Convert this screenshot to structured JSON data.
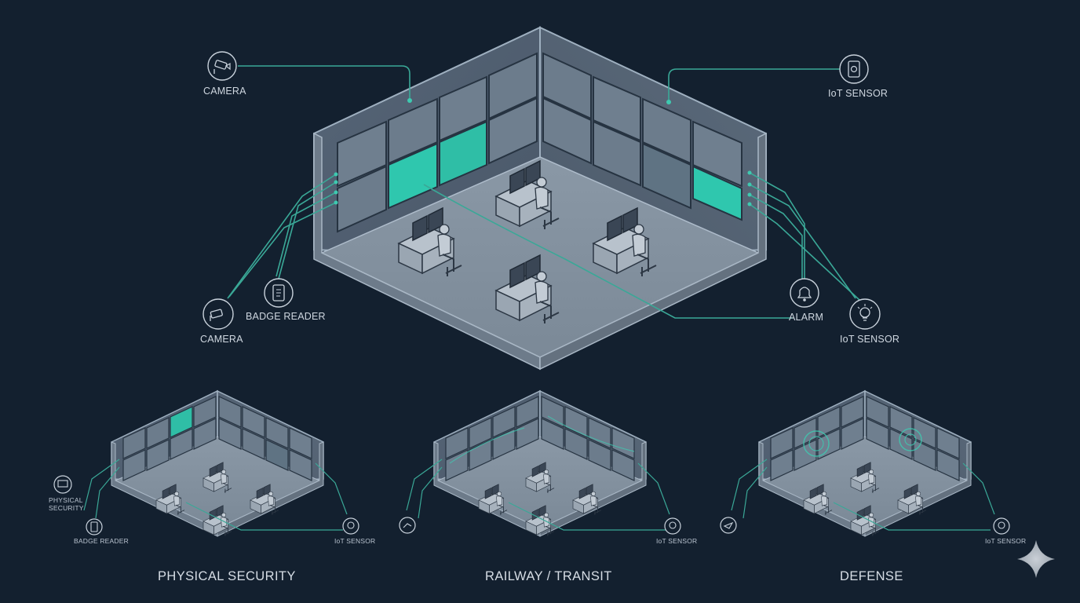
{
  "main_diagram": {
    "labels": {
      "camera_top": "CAMERA",
      "iot_sensor_top": "IoT SENSOR",
      "camera_bottom": "CAMERA",
      "badge_reader": "BADGE READER",
      "alarm": "ALARM",
      "iot_sensor_bottom": "IoT SENSOR"
    },
    "icons": [
      "camera-icon",
      "iot-sensor-icon",
      "camera-icon",
      "badge-reader-icon",
      "alarm-bell-icon",
      "lightbulb-sensor-icon"
    ]
  },
  "sectors": [
    {
      "title": "PHYSICAL SECURITY",
      "labels": {
        "left_top": "PHYSICAL\nSECURITY",
        "left_bottom": "BADGE READER",
        "right": "IoT SENSOR"
      },
      "icons": [
        "monitor-icon",
        "badge-reader-icon",
        "lightbulb-sensor-icon"
      ]
    },
    {
      "title": "RAILWAY / TRANSIT",
      "labels": {
        "right": "IoT SENSOR"
      },
      "icons": [
        "route-icon",
        "lightbulb-sensor-icon"
      ]
    },
    {
      "title": "DEFENSE",
      "labels": {
        "right": "IoT SENSOR"
      },
      "icons": [
        "plane-icon",
        "lightbulb-sensor-icon"
      ]
    }
  ],
  "colors": {
    "background": "#13202f",
    "accent": "#3ec9b0",
    "room_wall": "#5d6c7d",
    "room_floor": "#8795a3",
    "line": "#3aa897"
  }
}
